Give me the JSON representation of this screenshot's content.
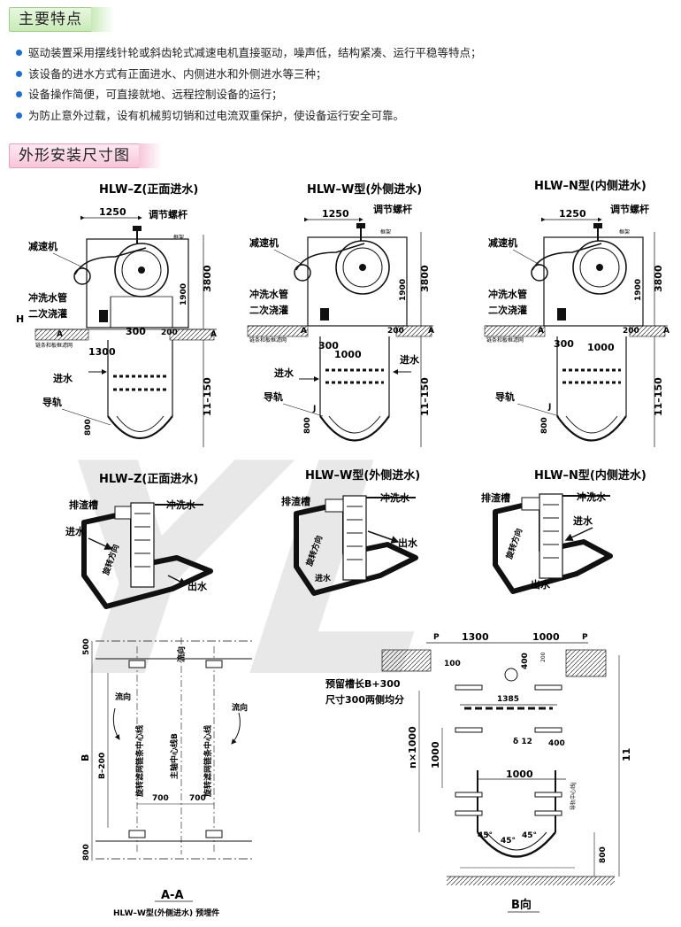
{
  "section1": {
    "title": "主要特点"
  },
  "features": [
    "驱动装置采用摆线针轮或斜齿轮式减速电机直接驱动，噪声低，结构紧凑、运行平稳等特点；",
    "该设备的进水方式有正面进水、内侧进水和外侧进水等三种；",
    "设备操作简便，可直接就地、远程控制设备的运行；",
    "为防止意外过载，设有机械剪切销和过电流双重保护，使设备运行安全可靠。"
  ],
  "section2": {
    "title": "外形安装尺寸图"
  },
  "colors": {
    "bullet": "#1f6fd0",
    "watermark": "#c9c9c9",
    "section1_bg": "#c9eab8",
    "section2_bg": "#f7c6d9"
  },
  "watermark": {
    "text": "YL"
  },
  "elevations": [
    {
      "title": "HLW–Z(正面进水)",
      "dim_width": "1250",
      "adjust_bolt": "调节螺杆",
      "frame": "框架",
      "reducer": "减速机",
      "wash_pipe": "冲洗水管",
      "grouting": "二次浇灌",
      "chain": "链条和板框滤网",
      "dim_height": "3800",
      "dim_1900": "1900",
      "dim_300": "300",
      "dim_1300": "1300",
      "dim_200": "200",
      "dim_total": "11–150",
      "dim_bottom": "800",
      "inlet": "进水",
      "guide": "导轨",
      "mark_a": "A",
      "mark_h": "H"
    },
    {
      "title": "HLW–W型(外侧进水)",
      "dim_width": "1250",
      "adjust_bolt": "调节螺杆",
      "frame": "框架",
      "reducer": "减速机",
      "wash_pipe": "冲洗水管",
      "grouting": "二次浇灌",
      "chain": "链条和板框滤网",
      "dim_height": "3800",
      "dim_1900": "1900",
      "dim_300": "300",
      "dim_1000": "1000",
      "dim_200": "200",
      "dim_total": "11–150",
      "dim_bottom": "800",
      "inlet_left": "进水",
      "inlet_right": "进水",
      "guide": "导轨",
      "mark_a": "A",
      "mark_j": "J"
    },
    {
      "title": "HLW–N型(内侧进水)",
      "dim_width": "1250",
      "adjust_bolt": "调节螺杆",
      "frame": "框架",
      "reducer": "减速机",
      "wash_pipe": "冲洗水管",
      "grouting": "二次浇灌",
      "chain": "链条和板框滤网",
      "dim_height": "3800",
      "dim_1900": "1900",
      "dim_300": "300",
      "dim_1000": "1000",
      "dim_200": "200",
      "dim_total": "11–150",
      "dim_bottom": "800",
      "guide": "导轨",
      "mark_a": "A",
      "mark_j": "J"
    }
  ],
  "isometrics": [
    {
      "title": "HLW–Z(正面进水)",
      "slag": "排渣槽",
      "wash": "冲洗水",
      "inlet": "进水",
      "rotation": "旋转方向",
      "outlet": "出水"
    },
    {
      "title": "HLW–W型(外侧进水)",
      "slag": "排渣槽",
      "wash": "冲洗水",
      "inlet": "进水",
      "rotation": "旋转方向",
      "outlet": "出水"
    },
    {
      "title": "HLW–N型(内侧进水)",
      "slag": "排渣槽",
      "wash": "冲洗水",
      "inlet": "进水",
      "rotation": "旋转方向",
      "outlet": "出水"
    }
  ],
  "plan_aa": {
    "dim_top": "500",
    "flow_top": "流向",
    "flow_left": "流向",
    "flow_right": "流向",
    "dim_b": "B",
    "dim_b200": "B–200",
    "line_left": "旋转滤网链条中心线",
    "line_main": "主轴中心线B",
    "line_right": "旋转滤网链条中心线",
    "dim_700a": "700",
    "dim_700b": "700",
    "dim_bottom": "800",
    "section": "A-A",
    "caption": "HLW–W型(外侧进水) 预埋件"
  },
  "view_b": {
    "mark_p": "P",
    "dim_1300": "1300",
    "dim_1000_top": "1000",
    "dim_100": "100",
    "dim_400a": "400",
    "dim_200": "200",
    "slot_note1": "预留槽长B+300",
    "slot_note2": "尺寸300两侧均分",
    "dim_1385": "1385",
    "dim_delta": "δ 12",
    "dim_400b": "400",
    "dim_n1000": "n×1000",
    "dim_1000_left": "1000",
    "dim_1000_mid": "1000",
    "guide_rail": "导轨中心线J",
    "dim_11": "11",
    "dim_800": "800",
    "angle_1": "45°",
    "angle_2": "45°",
    "angle_3": "45°",
    "caption": "B向"
  }
}
